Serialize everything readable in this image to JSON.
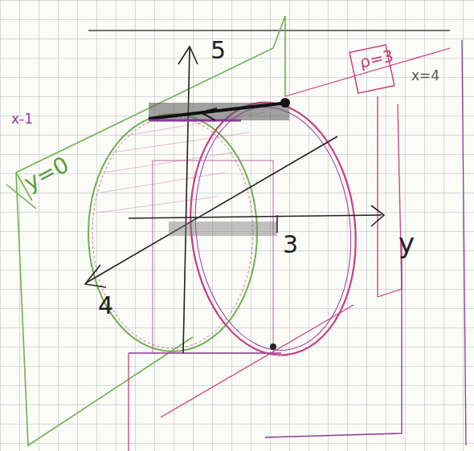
{
  "diagram": {
    "labels": [
      "5",
      "x-1",
      "y=0",
      "ρ=3",
      "x=4",
      "3",
      "y",
      "4"
    ]
  }
}
